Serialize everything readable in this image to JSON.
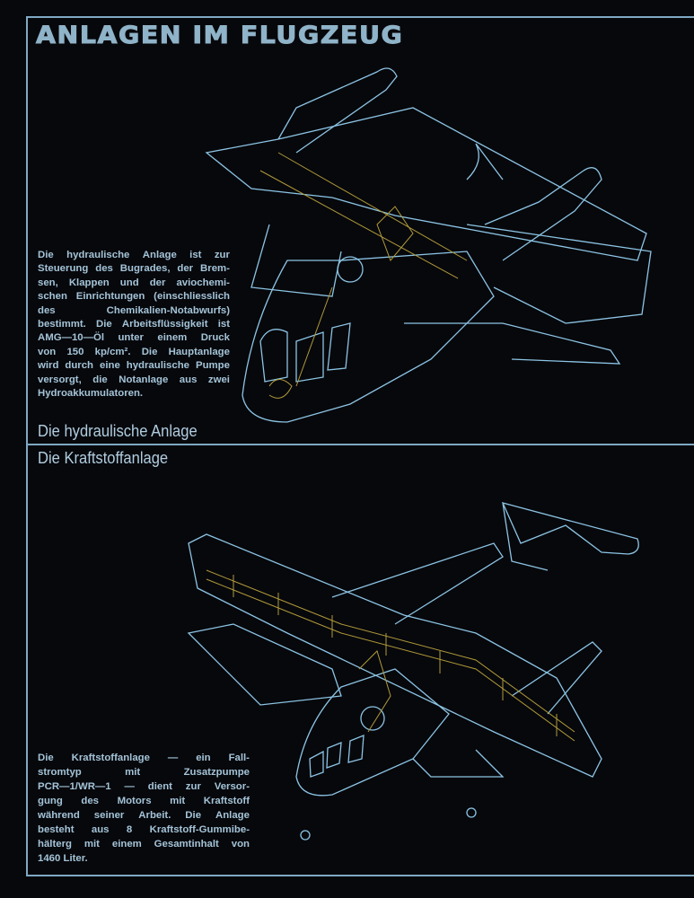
{
  "title": "ANLAGEN IM FLUGZEUG",
  "sections": [
    {
      "heading": "Die hydraulische Anlage",
      "text_lines": [
        "Die hydraulische Anlage ist zur",
        "Steuerung des Bugrades, der Brem-",
        "sen, Klappen und der aviochemi-",
        "schen Einrichtungen (einschliesslich",
        "des Chemikalien-Notabwurfs)",
        "bestimmt. Die Arbeitsflüssigkeit ist",
        "AMG—10—Öl unter einem Druck",
        "von 150 kp/cm². Die Hauptanlage",
        "wird durch eine hydraulische Pumpe",
        "versorgt, die Notanlage aus zwei",
        "Hydroakkumulatoren."
      ]
    },
    {
      "heading": "Die Kraftstoffanlage",
      "text_lines": [
        "Die Kraftstoffanlage — ein Fall-",
        "stromtyp mit Zusatzpumpe",
        "PCR—1/WR—1 — dient zur Versor-",
        "gung des Motors mit Kraftstoff",
        "während seiner Arbeit. Die Anlage",
        "besteht aus 8 Kraftstoff-Gummibe-",
        "hälterg mit einem Gesamtinhalt von",
        "1460 Liter."
      ]
    }
  ],
  "colors": {
    "background": "#07080c",
    "line": "#8cc4e4",
    "system": "#b09a3a",
    "text": "#a4c4d8"
  }
}
